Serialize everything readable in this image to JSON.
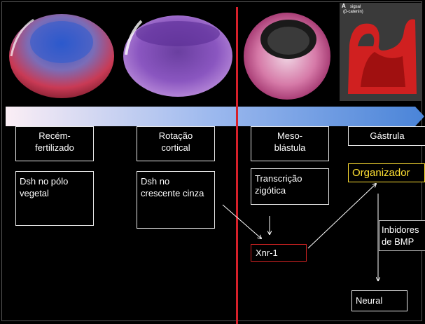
{
  "stages": [
    {
      "id": "recem",
      "label_line1": "Recém-",
      "label_line2": "fertilizado"
    },
    {
      "id": "rotacao",
      "label_line1": "Rotação",
      "label_line2": "cortical"
    },
    {
      "id": "meso",
      "label_line1": "Meso-",
      "label_line2": "blástula"
    },
    {
      "id": "gastrula",
      "label_line1": "Gástrula",
      "label_line2": ""
    }
  ],
  "notes": {
    "dsh_vegetal": {
      "line1": "Dsh no pólo",
      "line2": "vegetal"
    },
    "dsh_crescente": {
      "line1": "Dsh no",
      "line2": "crescente cinza"
    },
    "transcricao": {
      "line1": "Transcrição",
      "line2": "zigótica"
    },
    "organizador": "Organizador",
    "xnr1": "Xnr-1",
    "inibidores": {
      "line1": "Inbidores",
      "line2": "de BMP"
    },
    "neural": "Neural"
  },
  "image_caption": {
    "letter": "A",
    "line1": "sigsal",
    "line2": "(β-catenin)"
  },
  "colors": {
    "background": "#000000",
    "divider": "#d6202a",
    "organizador": "#ffe033",
    "xnr_border": "#cc2222",
    "timeline_start": "#fbeef5",
    "timeline_end": "#4a84d8"
  }
}
